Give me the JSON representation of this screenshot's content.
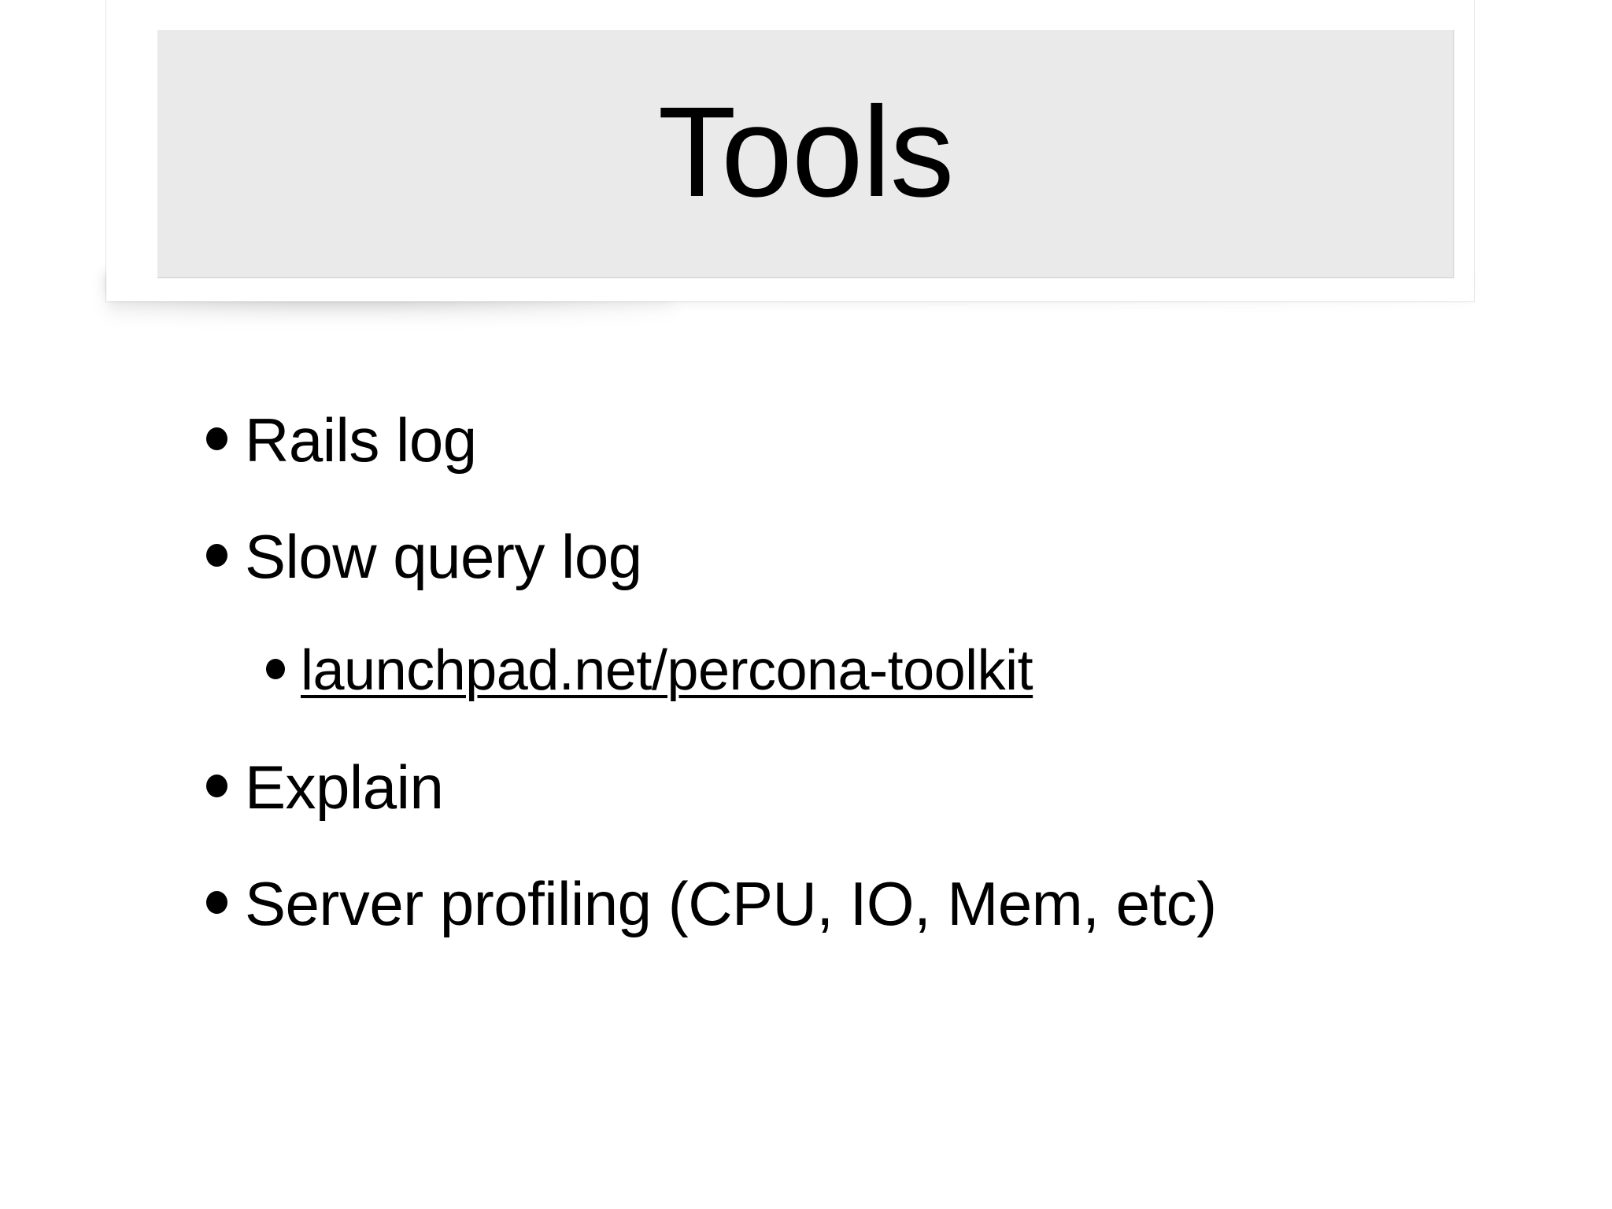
{
  "slide": {
    "title": "Tools",
    "background_color": "#ffffff",
    "title_box_color": "#eaeaea",
    "text_color": "#000000",
    "bullets": [
      {
        "level": 1,
        "text": "Rails log",
        "link": false
      },
      {
        "level": 1,
        "text": "Slow query log",
        "link": false
      },
      {
        "level": 2,
        "text": "launchpad.net/percona-toolkit",
        "link": true
      },
      {
        "level": 1,
        "text": "Explain",
        "link": false
      },
      {
        "level": 1,
        "text": "Server profiling (CPU, IO, Mem, etc)",
        "link": false
      }
    ]
  }
}
